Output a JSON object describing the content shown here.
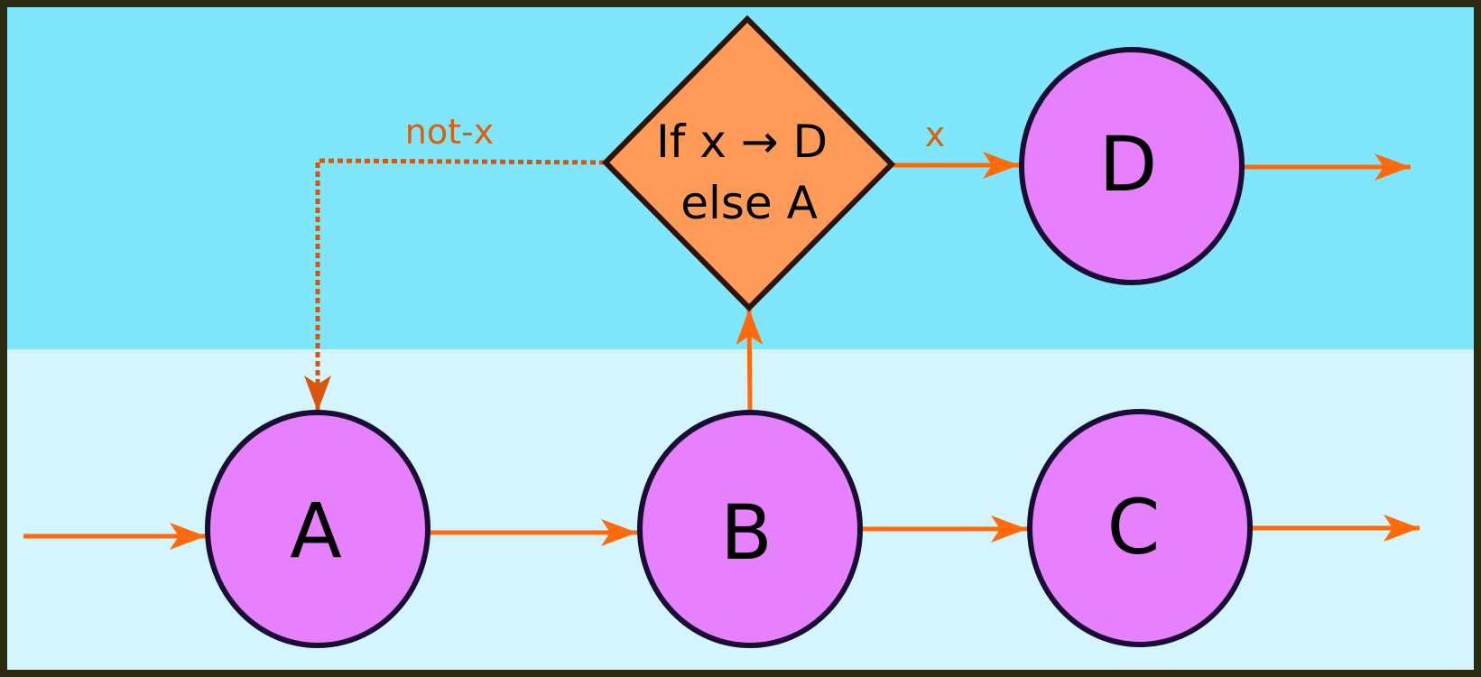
{
  "colors": {
    "frame": "#2c2a10",
    "lane_top": "#80e6fb",
    "lane_bottom": "#d4f5fd",
    "node_fill": "#e680fc",
    "node_stroke": "#1a0d33",
    "decision_fill": "#ff9b58",
    "decision_stroke": "#2b1405",
    "arrow": "#ff6a0c",
    "arrow_dashed": "#d8560c",
    "edge_label": "#d9600e"
  },
  "nodes": {
    "a": {
      "label": "A"
    },
    "b": {
      "label": "B"
    },
    "c": {
      "label": "C"
    },
    "d": {
      "label": "D"
    }
  },
  "decision": {
    "line1": "If x → D",
    "line2": "else A"
  },
  "edges": {
    "x_label": "x",
    "not_x_label": "not-x"
  }
}
